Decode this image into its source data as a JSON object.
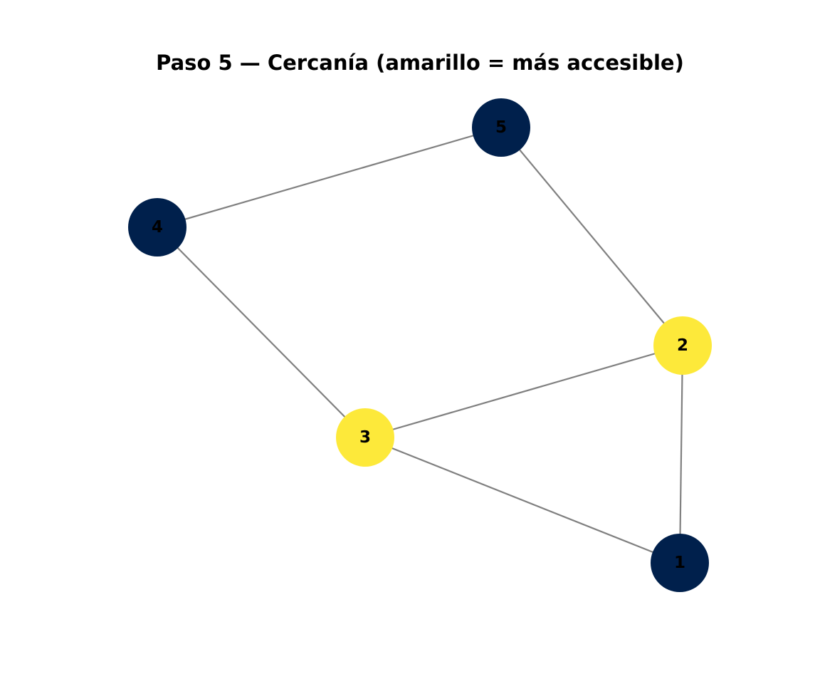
{
  "title": "Paso 5 — Cercanía (amarillo = más accesible)",
  "colors": {
    "high": "#fde93a",
    "low": "#00204c",
    "edge": "#808080",
    "label": "#000000"
  },
  "nodes": [
    {
      "id": "1",
      "label": "1",
      "level": "low"
    },
    {
      "id": "2",
      "label": "2",
      "level": "high"
    },
    {
      "id": "3",
      "label": "3",
      "level": "high"
    },
    {
      "id": "4",
      "label": "4",
      "level": "low"
    },
    {
      "id": "5",
      "label": "5",
      "level": "low"
    }
  ],
  "edges": [
    [
      "4",
      "5"
    ],
    [
      "5",
      "2"
    ],
    [
      "4",
      "3"
    ],
    [
      "3",
      "2"
    ],
    [
      "3",
      "1"
    ],
    [
      "2",
      "1"
    ]
  ]
}
